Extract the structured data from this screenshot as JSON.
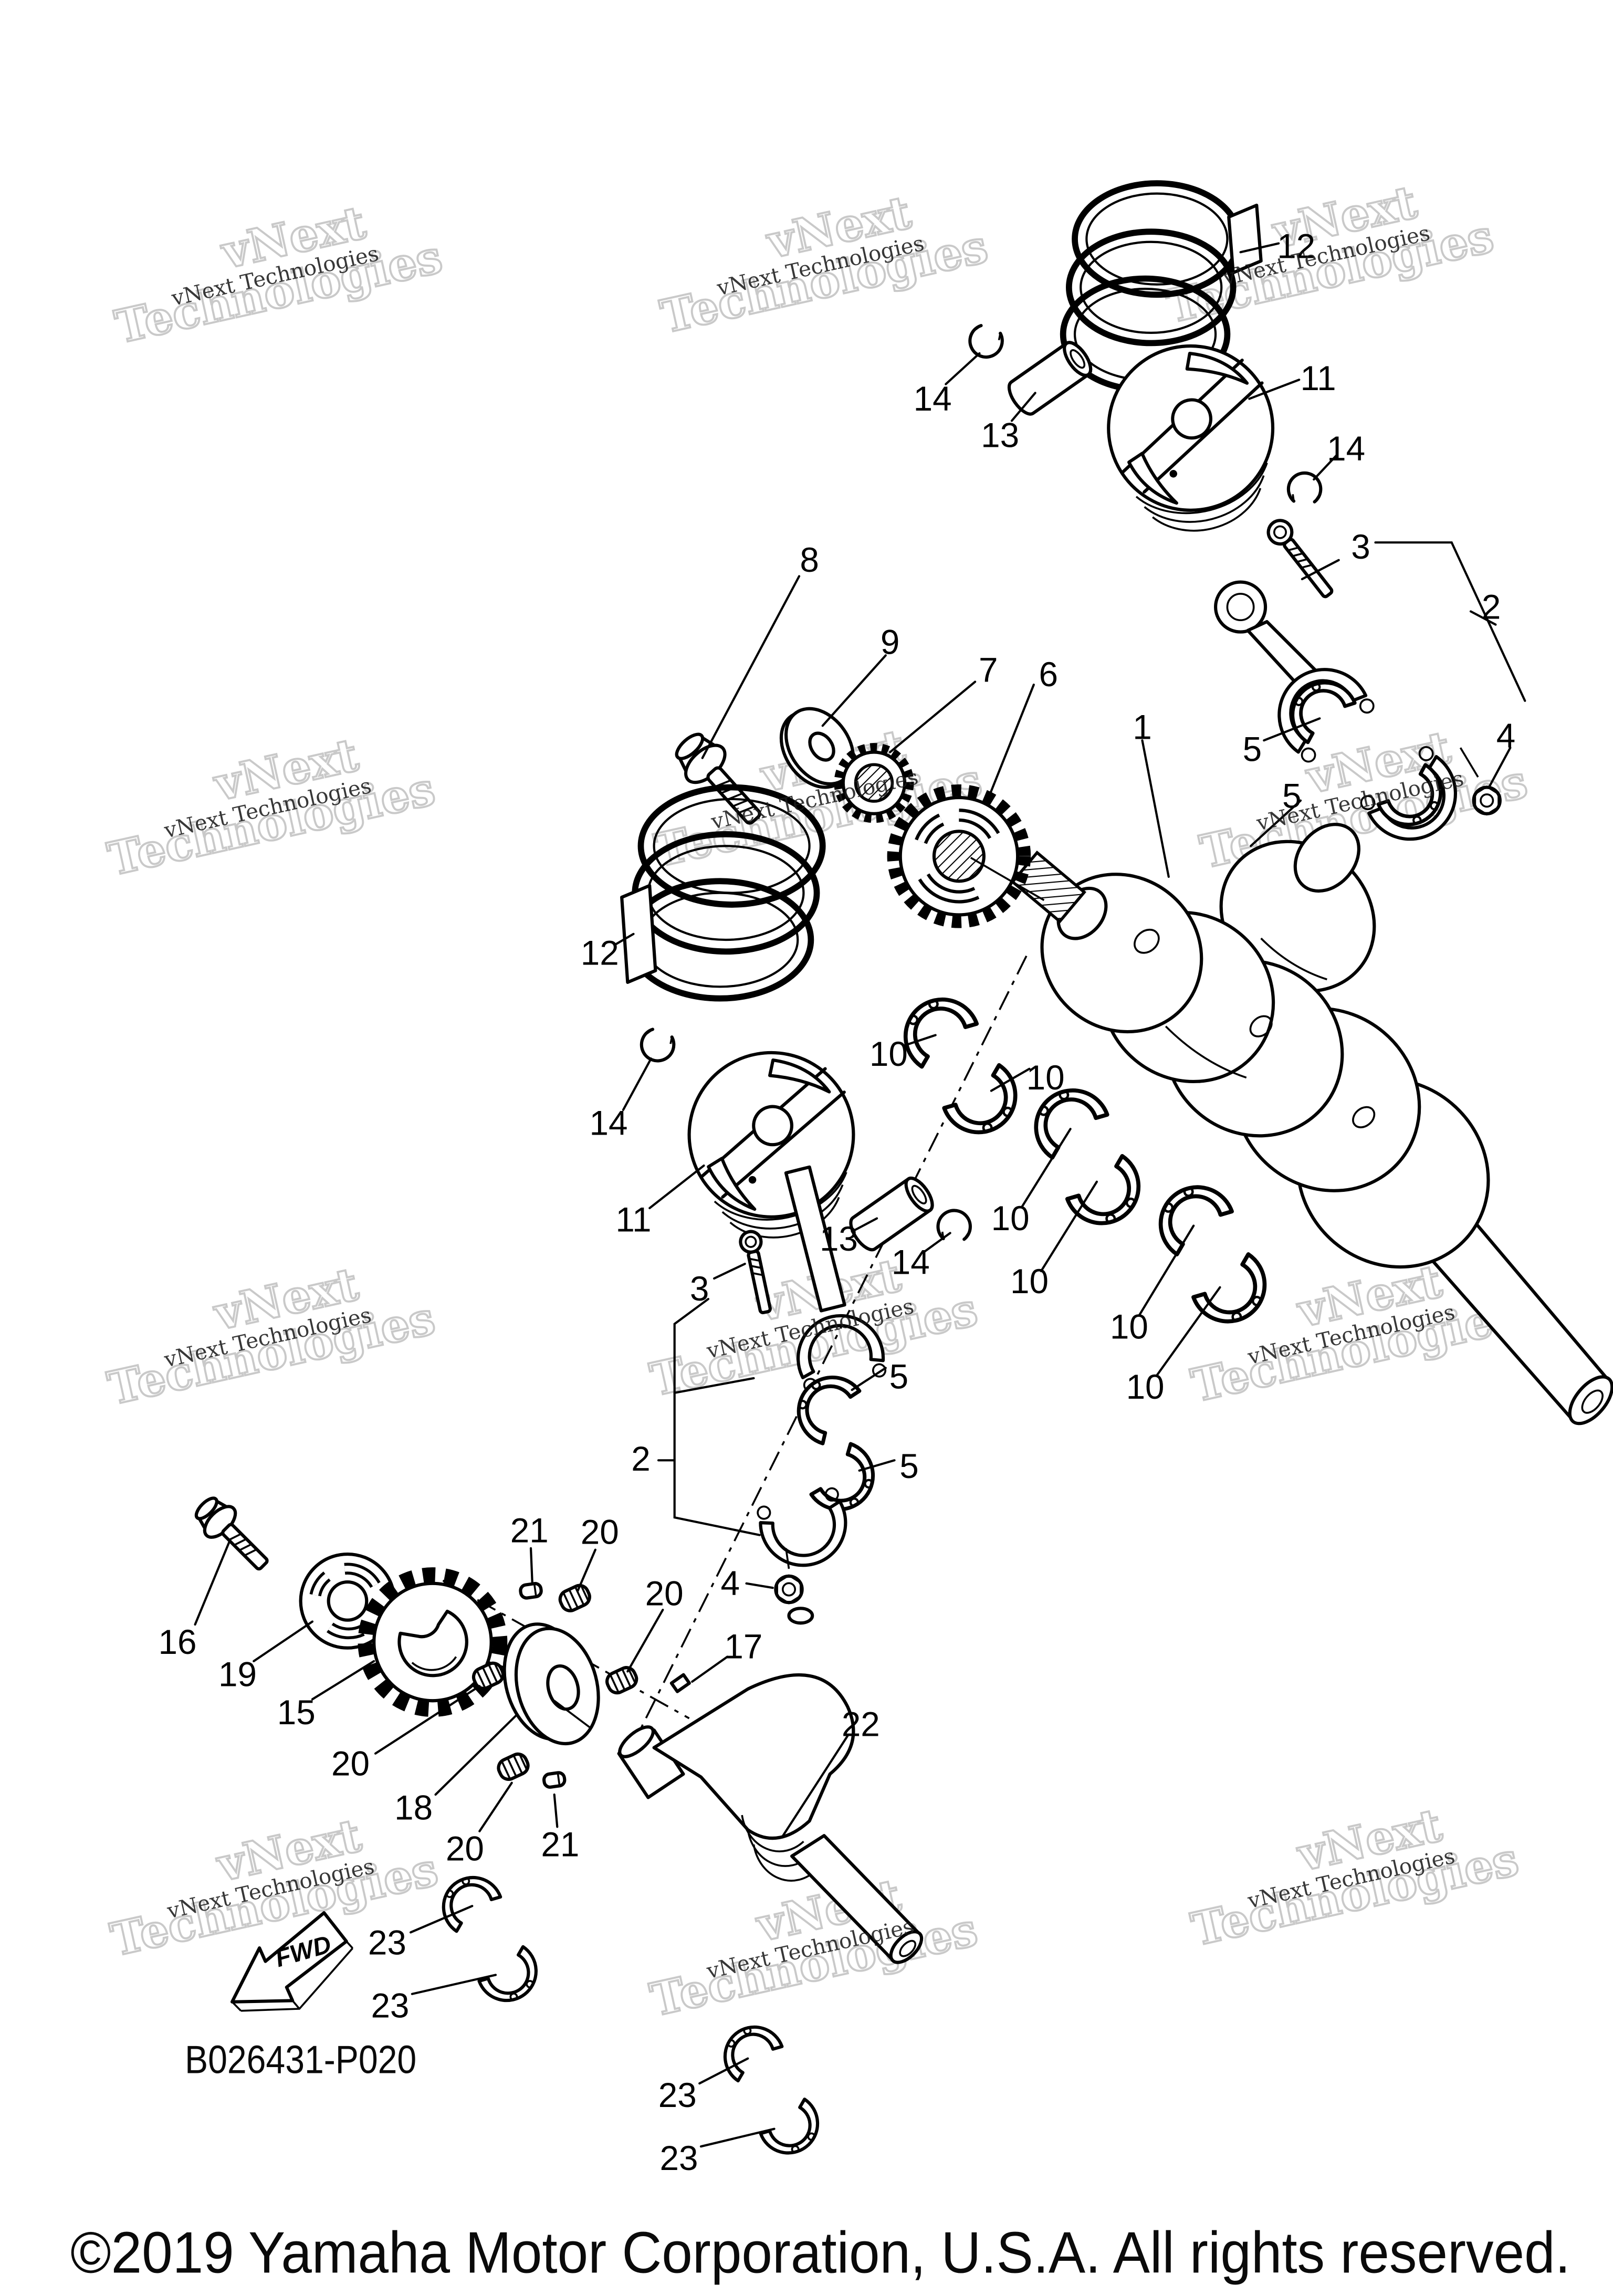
{
  "doc": {
    "copyright": "©2019 Yamaha Motor Corporation, U.S.A. All rights reserved.",
    "part_code": "B026431-P020",
    "fwd_label": "FWD"
  },
  "watermark": {
    "small": "vNext Technologies",
    "big_line1": "vNext",
    "big_line2": "Technologies"
  },
  "callouts": [
    {
      "t": "12"
    },
    {
      "t": "14"
    },
    {
      "t": "13"
    },
    {
      "t": "11"
    },
    {
      "t": "14"
    },
    {
      "t": "8"
    },
    {
      "t": "9"
    },
    {
      "t": "7"
    },
    {
      "t": "6"
    },
    {
      "t": "1"
    },
    {
      "t": "3"
    },
    {
      "t": "2"
    },
    {
      "t": "5"
    },
    {
      "t": "5"
    },
    {
      "t": "4"
    },
    {
      "t": "12"
    },
    {
      "t": "14"
    },
    {
      "t": "11"
    },
    {
      "t": "10"
    },
    {
      "t": "10"
    },
    {
      "t": "10"
    },
    {
      "t": "10"
    },
    {
      "t": "10"
    },
    {
      "t": "10"
    },
    {
      "t": "13"
    },
    {
      "t": "14"
    },
    {
      "t": "3"
    },
    {
      "t": "2"
    },
    {
      "t": "5"
    },
    {
      "t": "5"
    },
    {
      "t": "4"
    },
    {
      "t": "16"
    },
    {
      "t": "19"
    },
    {
      "t": "15"
    },
    {
      "t": "20"
    },
    {
      "t": "18"
    },
    {
      "t": "20"
    },
    {
      "t": "21"
    },
    {
      "t": "21"
    },
    {
      "t": "20"
    },
    {
      "t": "20"
    },
    {
      "t": "17"
    },
    {
      "t": "22"
    },
    {
      "t": "23"
    },
    {
      "t": "23"
    },
    {
      "t": "23"
    },
    {
      "t": "23"
    }
  ]
}
